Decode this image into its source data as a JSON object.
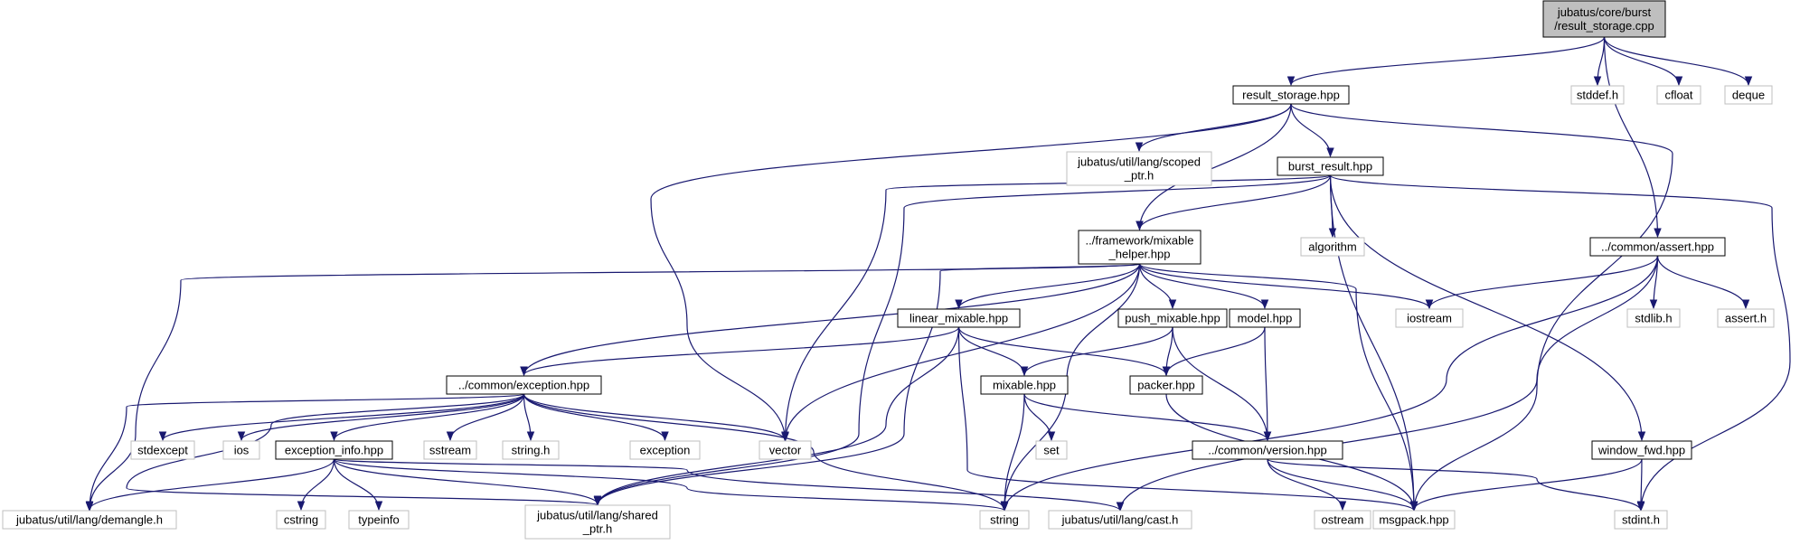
{
  "nodes": [
    {
      "id": "root",
      "lines": [
        "jubatus/core/burst",
        "/result_storage.cpp"
      ],
      "kind": "root"
    },
    {
      "id": "result_storage_hpp",
      "lines": [
        "result_storage.hpp"
      ],
      "kind": "doc"
    },
    {
      "id": "stddef_h",
      "lines": [
        "stddef.h"
      ],
      "kind": "sys"
    },
    {
      "id": "cfloat",
      "lines": [
        "cfloat"
      ],
      "kind": "sys"
    },
    {
      "id": "deque",
      "lines": [
        "deque"
      ],
      "kind": "sys"
    },
    {
      "id": "scoped_ptr_h",
      "lines": [
        "jubatus/util/lang/scoped",
        "_ptr.h"
      ],
      "kind": "sys"
    },
    {
      "id": "burst_result_hpp",
      "lines": [
        "burst_result.hpp"
      ],
      "kind": "doc"
    },
    {
      "id": "mixable_helper_hpp",
      "lines": [
        "../framework/mixable",
        "_helper.hpp"
      ],
      "kind": "doc"
    },
    {
      "id": "algorithm",
      "lines": [
        "algorithm"
      ],
      "kind": "sys"
    },
    {
      "id": "assert_hpp",
      "lines": [
        "../common/assert.hpp"
      ],
      "kind": "doc"
    },
    {
      "id": "iostream",
      "lines": [
        "iostream"
      ],
      "kind": "sys"
    },
    {
      "id": "stdlib_h",
      "lines": [
        "stdlib.h"
      ],
      "kind": "sys"
    },
    {
      "id": "assert_h",
      "lines": [
        "assert.h"
      ],
      "kind": "sys"
    },
    {
      "id": "linear_mixable_hpp",
      "lines": [
        "linear_mixable.hpp"
      ],
      "kind": "doc"
    },
    {
      "id": "push_mixable_hpp",
      "lines": [
        "push_mixable.hpp"
      ],
      "kind": "doc"
    },
    {
      "id": "model_hpp",
      "lines": [
        "model.hpp"
      ],
      "kind": "doc"
    },
    {
      "id": "exception_hpp",
      "lines": [
        "../common/exception.hpp"
      ],
      "kind": "doc"
    },
    {
      "id": "mixable_hpp",
      "lines": [
        "mixable.hpp"
      ],
      "kind": "doc"
    },
    {
      "id": "packer_hpp",
      "lines": [
        "packer.hpp"
      ],
      "kind": "doc"
    },
    {
      "id": "set",
      "lines": [
        "set"
      ],
      "kind": "sys"
    },
    {
      "id": "stdexcept",
      "lines": [
        "stdexcept"
      ],
      "kind": "sys"
    },
    {
      "id": "ios",
      "lines": [
        "ios"
      ],
      "kind": "sys"
    },
    {
      "id": "exception_info_hpp",
      "lines": [
        "exception_info.hpp"
      ],
      "kind": "doc"
    },
    {
      "id": "sstream",
      "lines": [
        "sstream"
      ],
      "kind": "sys"
    },
    {
      "id": "string_h",
      "lines": [
        "string.h"
      ],
      "kind": "sys"
    },
    {
      "id": "exception",
      "lines": [
        "exception"
      ],
      "kind": "sys"
    },
    {
      "id": "vector",
      "lines": [
        "vector"
      ],
      "kind": "sys"
    },
    {
      "id": "version_hpp",
      "lines": [
        "../common/version.hpp"
      ],
      "kind": "doc"
    },
    {
      "id": "window_fwd_hpp",
      "lines": [
        "window_fwd.hpp"
      ],
      "kind": "doc"
    },
    {
      "id": "demangle_h",
      "lines": [
        "jubatus/util/lang/demangle.h"
      ],
      "kind": "sys"
    },
    {
      "id": "cstring",
      "lines": [
        "cstring"
      ],
      "kind": "sys"
    },
    {
      "id": "typeinfo",
      "lines": [
        "typeinfo"
      ],
      "kind": "sys"
    },
    {
      "id": "shared_ptr_h",
      "lines": [
        "jubatus/util/lang/shared",
        "_ptr.h"
      ],
      "kind": "sys"
    },
    {
      "id": "string",
      "lines": [
        "string"
      ],
      "kind": "sys"
    },
    {
      "id": "cast_h",
      "lines": [
        "jubatus/util/lang/cast.h"
      ],
      "kind": "sys"
    },
    {
      "id": "ostream",
      "lines": [
        "ostream"
      ],
      "kind": "sys"
    },
    {
      "id": "msgpack_hpp",
      "lines": [
        "msgpack.hpp"
      ],
      "kind": "sys"
    },
    {
      "id": "stdint_h",
      "lines": [
        "stdint.h"
      ],
      "kind": "sys"
    }
  ],
  "edges": [
    [
      "root",
      "result_storage_hpp"
    ],
    [
      "root",
      "stddef_h"
    ],
    [
      "root",
      "cfloat"
    ],
    [
      "root",
      "deque"
    ],
    [
      "root",
      "assert_hpp"
    ],
    [
      "result_storage_hpp",
      "scoped_ptr_h"
    ],
    [
      "result_storage_hpp",
      "burst_result_hpp"
    ],
    [
      "result_storage_hpp",
      "mixable_helper_hpp"
    ],
    [
      "result_storage_hpp",
      "vector"
    ],
    [
      "result_storage_hpp",
      "msgpack_hpp"
    ],
    [
      "burst_result_hpp",
      "mixable_helper_hpp"
    ],
    [
      "burst_result_hpp",
      "algorithm"
    ],
    [
      "burst_result_hpp",
      "vector"
    ],
    [
      "burst_result_hpp",
      "shared_ptr_h"
    ],
    [
      "burst_result_hpp",
      "msgpack_hpp"
    ],
    [
      "burst_result_hpp",
      "window_fwd_hpp"
    ],
    [
      "burst_result_hpp",
      "stdint_h"
    ],
    [
      "mixable_helper_hpp",
      "linear_mixable_hpp"
    ],
    [
      "mixable_helper_hpp",
      "push_mixable_hpp"
    ],
    [
      "mixable_helper_hpp",
      "model_hpp"
    ],
    [
      "mixable_helper_hpp",
      "iostream"
    ],
    [
      "mixable_helper_hpp",
      "exception_hpp"
    ],
    [
      "mixable_helper_hpp",
      "vector"
    ],
    [
      "mixable_helper_hpp",
      "string"
    ],
    [
      "mixable_helper_hpp",
      "msgpack_hpp"
    ],
    [
      "mixable_helper_hpp",
      "shared_ptr_h"
    ],
    [
      "mixable_helper_hpp",
      "demangle_h"
    ],
    [
      "assert_hpp",
      "iostream"
    ],
    [
      "assert_hpp",
      "stdlib_h"
    ],
    [
      "assert_hpp",
      "assert_h"
    ],
    [
      "assert_hpp",
      "string"
    ],
    [
      "assert_hpp",
      "cast_h"
    ],
    [
      "linear_mixable_hpp",
      "exception_hpp"
    ],
    [
      "linear_mixable_hpp",
      "mixable_hpp"
    ],
    [
      "linear_mixable_hpp",
      "packer_hpp"
    ],
    [
      "linear_mixable_hpp",
      "msgpack_hpp"
    ],
    [
      "linear_mixable_hpp",
      "shared_ptr_h"
    ],
    [
      "push_mixable_hpp",
      "mixable_hpp"
    ],
    [
      "push_mixable_hpp",
      "packer_hpp"
    ],
    [
      "push_mixable_hpp",
      "version_hpp"
    ],
    [
      "model_hpp",
      "packer_hpp"
    ],
    [
      "model_hpp",
      "version_hpp"
    ],
    [
      "exception_hpp",
      "stdexcept"
    ],
    [
      "exception_hpp",
      "ios"
    ],
    [
      "exception_hpp",
      "exception_info_hpp"
    ],
    [
      "exception_hpp",
      "sstream"
    ],
    [
      "exception_hpp",
      "string_h"
    ],
    [
      "exception_hpp",
      "exception"
    ],
    [
      "exception_hpp",
      "vector"
    ],
    [
      "exception_hpp",
      "string"
    ],
    [
      "exception_hpp",
      "shared_ptr_h"
    ],
    [
      "exception_hpp",
      "demangle_h"
    ],
    [
      "mixable_hpp",
      "set"
    ],
    [
      "mixable_hpp",
      "string"
    ],
    [
      "mixable_hpp",
      "version_hpp"
    ],
    [
      "packer_hpp",
      "msgpack_hpp"
    ],
    [
      "exception_info_hpp",
      "cstring"
    ],
    [
      "exception_info_hpp",
      "typeinfo"
    ],
    [
      "exception_info_hpp",
      "demangle_h"
    ],
    [
      "exception_info_hpp",
      "shared_ptr_h"
    ],
    [
      "exception_info_hpp",
      "cast_h"
    ],
    [
      "exception_info_hpp",
      "string"
    ],
    [
      "version_hpp",
      "ostream"
    ],
    [
      "version_hpp",
      "msgpack_hpp"
    ],
    [
      "version_hpp",
      "stdint_h"
    ],
    [
      "window_fwd_hpp",
      "msgpack_hpp"
    ],
    [
      "window_fwd_hpp",
      "stdint_h"
    ]
  ],
  "colors": {
    "edge": "#191970",
    "root_fill": "#bfbfbf",
    "doc_border": "#000000",
    "sys_border": "#bfbfbf",
    "sys_text": "#000000"
  }
}
